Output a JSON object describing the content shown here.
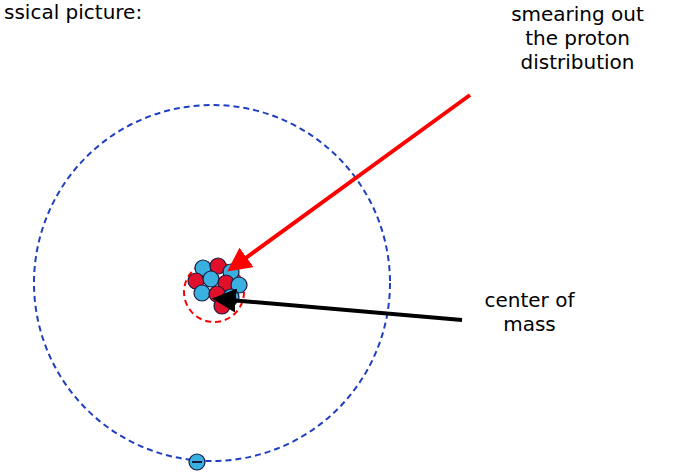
{
  "diagram": {
    "labels": [
      "ssical picture:",
      "smearing out the proton distribution",
      "center of mass"
    ]
  }
}
